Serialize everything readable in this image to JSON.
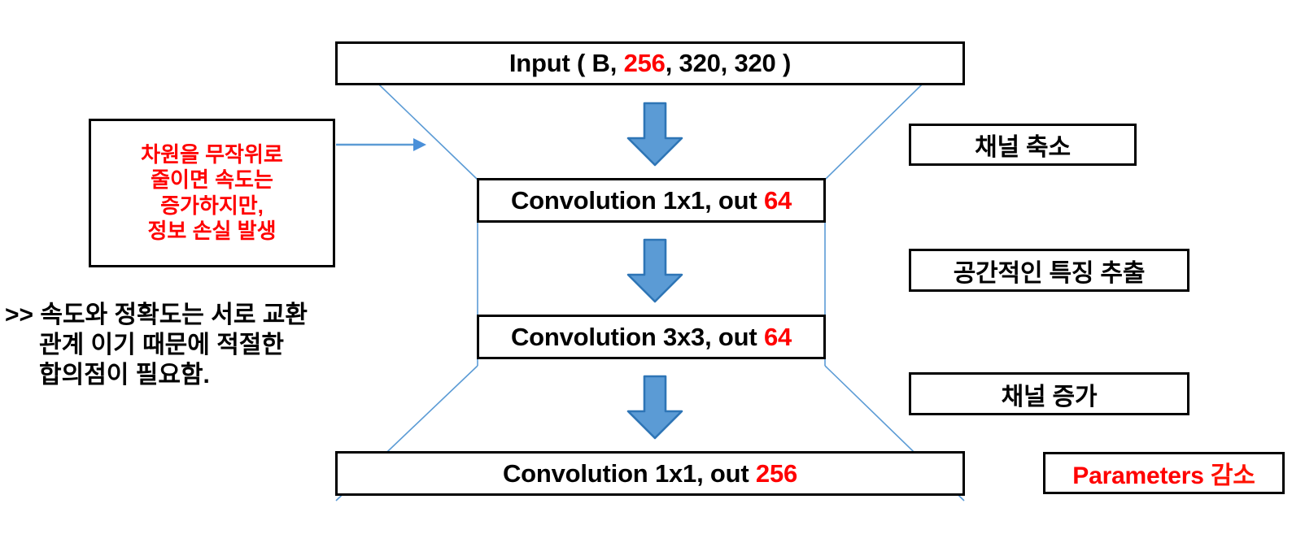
{
  "diagram": {
    "title": "ResNet bottleneck block diagram",
    "colors": {
      "accent_red": "#FF0000",
      "arrow_fill": "#5B9BD5",
      "arrow_stroke": "#2E75B6",
      "connector_line": "#5B9BD5",
      "box_border": "#000000",
      "background": "#FFFFFF"
    },
    "stages": [
      {
        "id": "input",
        "label_prefix": "Input ( B, ",
        "label_accent": "256",
        "label_suffix": ", 320, 320 )"
      },
      {
        "id": "conv1x1-reduce",
        "label_prefix": "Convolution 1x1, out ",
        "label_accent": "64",
        "label_suffix": ""
      },
      {
        "id": "conv3x3",
        "label_prefix": "Convolution 3x3, out ",
        "label_accent": "64",
        "label_suffix": ""
      },
      {
        "id": "conv1x1-expand",
        "label_prefix": "Convolution 1x1, out ",
        "label_accent": "256",
        "label_suffix": ""
      }
    ],
    "side_labels": [
      {
        "id": "channel-reduce",
        "label": "채널 축소"
      },
      {
        "id": "spatial-feature",
        "label": "공간적인 특징 추출"
      },
      {
        "id": "channel-increase",
        "label": "채널 증가"
      }
    ],
    "param_note": {
      "id": "parameters-decrease",
      "label_en": "Parameters ",
      "label_ko": "감소"
    },
    "warning_note": {
      "id": "random-reduction-warning",
      "lines": [
        "차원을 무작위로",
        "줄이면 속도는",
        "증가하지만,",
        "정보 손실 발생"
      ]
    },
    "tradeoff_text": {
      "id": "speed-accuracy-tradeoff",
      "lines": [
        ">> 속도와 정확도는 서로 교환",
        "관계 이기 때문에 적절한",
        "합의점이 필요함."
      ]
    },
    "flow_arrows": [
      {
        "id": "arrow-input-to-conv1",
        "direction": "down"
      },
      {
        "id": "arrow-conv1-to-conv3",
        "direction": "down"
      },
      {
        "id": "arrow-conv3-to-conv1b",
        "direction": "down"
      }
    ],
    "pointer_arrow": {
      "id": "warning-pointer-arrow",
      "direction": "right"
    }
  }
}
